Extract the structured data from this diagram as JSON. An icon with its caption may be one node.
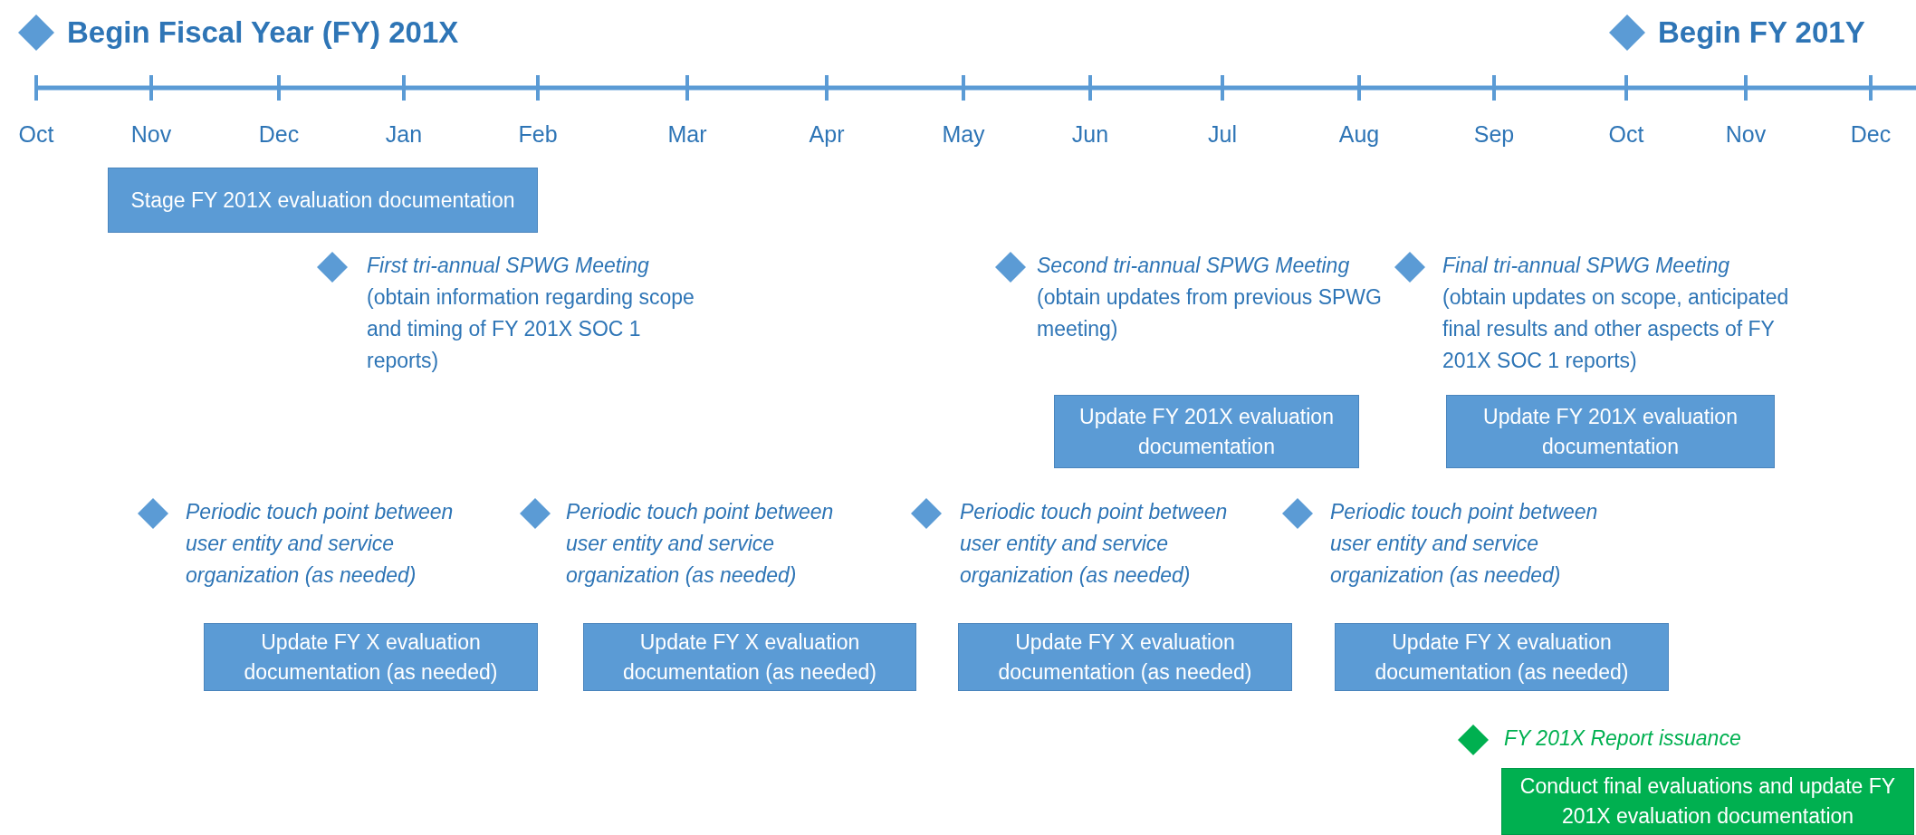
{
  "diagram": {
    "nodes": [
      {
        "text": [
          "Begin Fiscal Year (FY) 201X"
        ]
      },
      {
        "text": [
          "Begin FY 201Y"
        ]
      },
      {
        "text": [
          "Stage FY 201X evaluation documentation"
        ]
      },
      {
        "text": [
          "First tri-annual SPWG Meeting",
          "(obtain information regarding scope and timing of FY 201X SOC 1 reports)"
        ]
      },
      {
        "text": [
          "Second tri-annual SPWG Meeting",
          "(obtain updates from previous SPWG meeting)"
        ]
      },
      {
        "text": [
          "Final tri-annual SPWG Meeting",
          "(obtain updates on scope, anticipated final results and other aspects of FY 201X SOC 1 reports)"
        ]
      },
      {
        "text": [
          "Update FY 201X evaluation documentation"
        ]
      },
      {
        "text": [
          "Update FY 201X evaluation documentation"
        ]
      },
      {
        "text": [
          "Periodic touch point between user entity and service organization (as needed)"
        ]
      },
      {
        "text": [
          "Periodic touch point between user entity and service organization (as needed)"
        ]
      },
      {
        "text": [
          "Periodic touch point between user entity and service organization (as needed)"
        ]
      },
      {
        "text": [
          "Periodic touch point between user entity and service organization (as needed)"
        ]
      },
      {
        "text": [
          "Update FY X evaluation documentation (as needed)"
        ]
      },
      {
        "text": [
          "Update FY X evaluation documentation (as needed)"
        ]
      },
      {
        "text": [
          "Update FY X evaluation documentation (as needed)"
        ]
      },
      {
        "text": [
          "Update FY X evaluation documentation (as needed)"
        ]
      },
      {
        "text": [
          "FY 201X Report issuance"
        ]
      },
      {
        "text": [
          "Conduct final evaluations and update FY 201X evaluation documentation"
        ]
      }
    ],
    "edges": [],
    "labels": [
      "Oct",
      "Nov",
      "Dec",
      "Jan",
      "Feb",
      "Mar",
      "Apr",
      "May",
      "Jun",
      "Jul",
      "Aug",
      "Sep",
      "Oct",
      "Nov",
      "Dec"
    ]
  }
}
